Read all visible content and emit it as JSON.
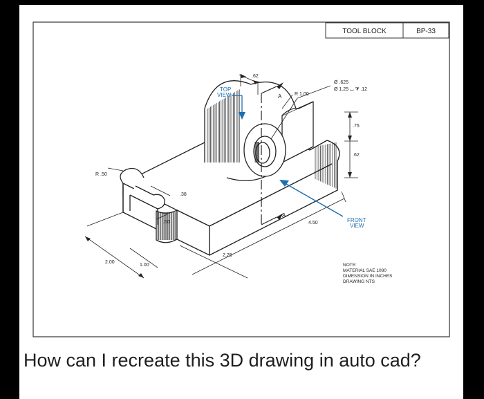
{
  "title_block": {
    "title": "TOOL BLOCK",
    "number": "BP-33"
  },
  "dimensions": {
    "d062_top": ".62",
    "r100": "R 1.00",
    "hole1": "Ø .625",
    "hole2": "Ø 1.25 ⌴ ⧩ .12",
    "d075": ".75",
    "d062_right": ".62",
    "r050": "R .50",
    "d038": ".38",
    "d050": ".50",
    "d450": "4.50",
    "d225": "2.25",
    "d200": "2.00",
    "d100": "1.00",
    "section_a1": "A",
    "section_a2": "A"
  },
  "views": {
    "top_view_line1": "TOP",
    "top_view_line2": "VIEW",
    "front_view_line1": "FRONT",
    "front_view_line2": "VIEW"
  },
  "note": {
    "heading": "NOTE:",
    "line1": "MATERIAL SAE 1080",
    "line2": "DIMENSION IN INCHES",
    "line3": "DRAWING NTS"
  },
  "question": "How can I recreate this 3D drawing in auto cad?",
  "colors": {
    "accent_blue": "#1c6fb0",
    "line": "#222222",
    "background": "#ffffff"
  }
}
